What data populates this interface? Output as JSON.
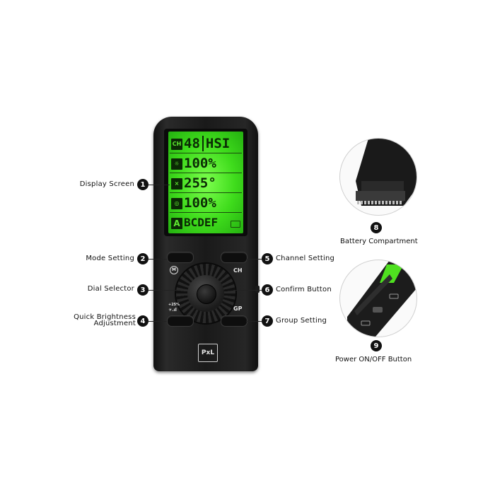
{
  "device": {
    "lcd": {
      "row1": {
        "icon": "CH",
        "value": "48",
        "mode": "HSI"
      },
      "row2": {
        "icon": "☼",
        "value": "100%"
      },
      "row3": {
        "icon": "⨯",
        "value": "255°"
      },
      "row4": {
        "icon": "◎",
        "value": "100%"
      },
      "row5": {
        "icon": "A",
        "value": "BCDEF"
      }
    },
    "buttons": {
      "ch_label": "CH",
      "gp_label": "GP",
      "brightness_label_top": "+25%",
      "brightness_label_bottom": "☀.ıl",
      "mode_icon_label": "M"
    },
    "logo": "PxL"
  },
  "callouts": [
    {
      "num": "1",
      "text": "Display Screen"
    },
    {
      "num": "2",
      "text": "Mode Setting"
    },
    {
      "num": "3",
      "text": "Dial Selector"
    },
    {
      "num": "4",
      "text": "Quick Brightness Adjustment",
      "line1": "Quick Brightness",
      "line2": "Adjustment"
    },
    {
      "num": "5",
      "text": "Channel Setting"
    },
    {
      "num": "6",
      "text": "Confirm Button"
    },
    {
      "num": "7",
      "text": "Group Setting"
    },
    {
      "num": "8",
      "text": "Battery Compartment"
    },
    {
      "num": "9",
      "text": "Power ON/OFF Button"
    }
  ]
}
